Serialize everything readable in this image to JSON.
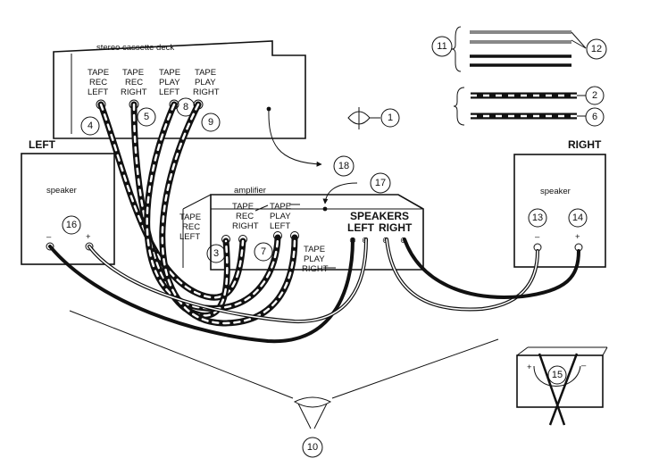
{
  "deck": {
    "title": "stereo cassette deck",
    "jacks": [
      {
        "lines": [
          "TAPE",
          "REC",
          "LEFT"
        ],
        "callout": "4"
      },
      {
        "lines": [
          "TAPE",
          "REC",
          "RIGHT"
        ],
        "callout": "5"
      },
      {
        "lines": [
          "TAPE",
          "PLAY",
          "LEFT"
        ],
        "callout": "8"
      },
      {
        "lines": [
          "TAPE",
          "PLAY",
          "RIGHT"
        ],
        "callout": "9"
      }
    ]
  },
  "amplifier": {
    "title": "amplifier",
    "rec_left": [
      "TAPE",
      "REC",
      "LEFT"
    ],
    "rec_right": [
      "TAPE",
      "REC",
      "RIGHT"
    ],
    "play_left": [
      "TAPE",
      "PLAY",
      "LEFT"
    ],
    "play_right": [
      "TAPE",
      "PLAY",
      "RIGHT"
    ],
    "speakers": "SPEAKERS",
    "left": "LEFT",
    "right": "RIGHT"
  },
  "left_speaker": {
    "side_label": "LEFT",
    "title": "speaker",
    "minus": "–",
    "plus": "+",
    "callout": "16"
  },
  "right_speaker": {
    "side_label": "RIGHT",
    "title": "speaker",
    "minus": "–",
    "plus": "+",
    "callout_minus": "13",
    "callout_plus": "14"
  },
  "terminal_symbols": {
    "minus": "⊖",
    "plus": "⊕"
  },
  "callouts": {
    "c1": "1",
    "c2": "2",
    "c3": "3",
    "c6": "6",
    "c7": "7",
    "c10": "10",
    "c11": "11",
    "c12": "12",
    "c15": "15",
    "c17": "17",
    "c18": "18"
  },
  "battery": {
    "plus": "+",
    "minus": "–"
  }
}
